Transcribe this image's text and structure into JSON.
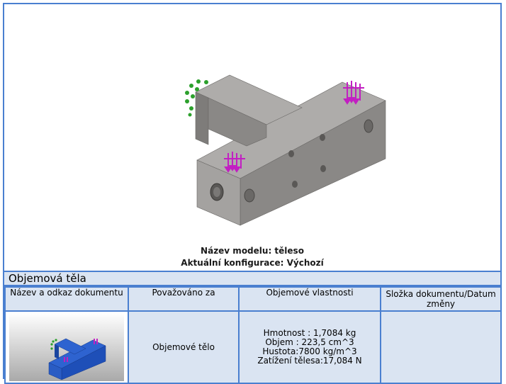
{
  "model": {
    "name_line": "Název modelu: těleso",
    "config_line": "Aktuální konfigurace: Výchozí"
  },
  "section": {
    "title": "Objemová těla"
  },
  "table": {
    "headers": [
      "Název a odkaz dokumentu",
      "Považováno za",
      "Objemové vlastnosti",
      "Složka dokumentu/Datum změny"
    ],
    "row": {
      "considered_as": "Objemové tělo",
      "properties": [
        "Hmotnost : 1,7084 kg",
        "Objem : 223,5 cm^3",
        "Hustota:7800 kg/m^3",
        "Zatížení tělesa:17,084 N"
      ],
      "folder_date": ""
    }
  },
  "colors": {
    "border": "#4a7fd0",
    "header_bg": "#dae4f2",
    "part_gray": "#8a8886",
    "mesh_blue": "#1e4fb8",
    "load_magenta": "#c21fc2",
    "fixture_green": "#2ca02c"
  },
  "icons": [
    "fixture-icon",
    "load-arrow-icon"
  ]
}
